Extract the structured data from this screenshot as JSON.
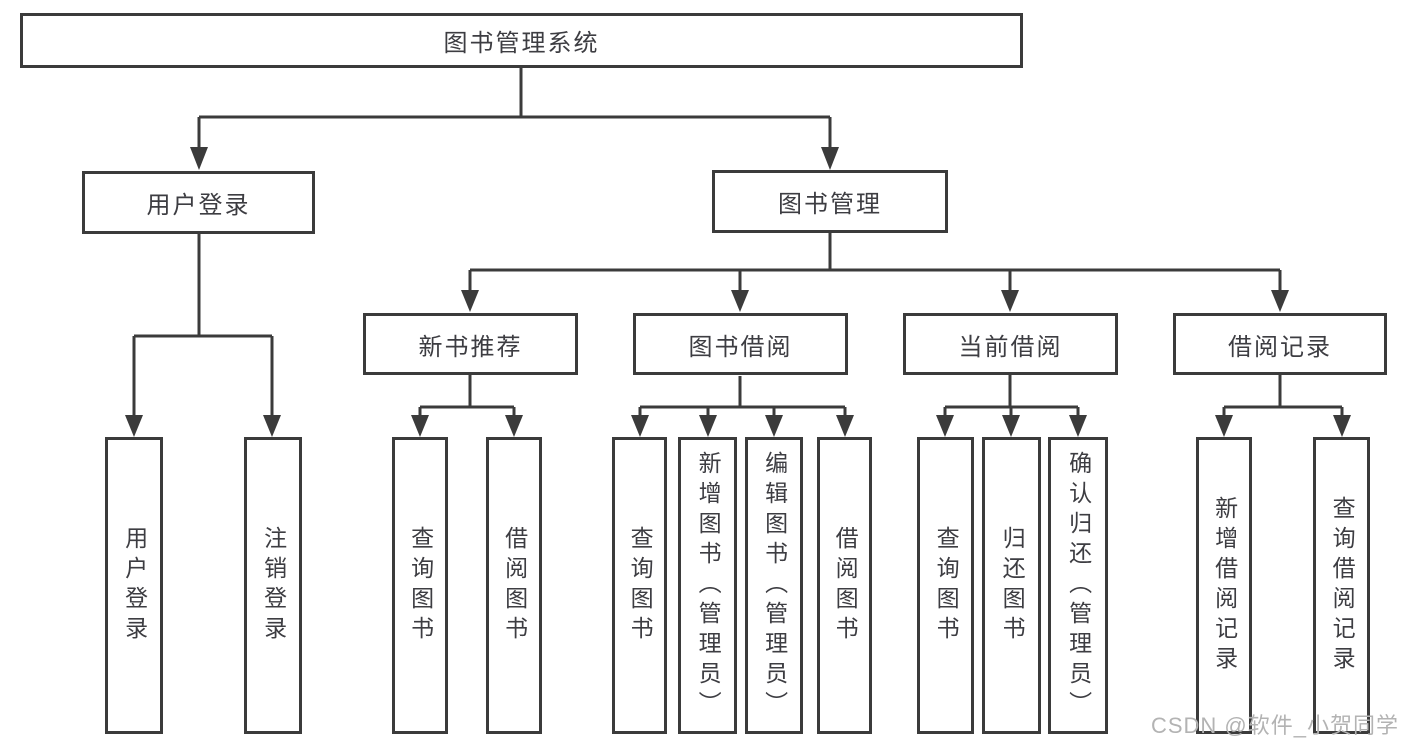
{
  "diagram": {
    "title_node": "图书管理系统",
    "nodes": {
      "root": "图书管理系统",
      "user_login": "用户登录",
      "book_mgmt": "图书管理",
      "new_book_rec": "新书推荐",
      "book_borrow": "图书借阅",
      "current_borrow": "当前借阅",
      "borrow_record": "借阅记录",
      "leaf_user_login": "用户登录",
      "leaf_logout": "注销登录",
      "nbr_query": "查询图书",
      "nbr_borrow": "借阅图书",
      "bb_query": "查询图书",
      "bb_add": "新增图书（管理员）",
      "bb_edit": "编辑图书（管理员）",
      "bb_borrow": "借阅图书",
      "cb_query": "查询图书",
      "cb_return": "归还图书",
      "cb_confirm": "确认归还（管理员）",
      "br_add": "新增借阅记录",
      "br_query": "查询借阅记录"
    },
    "colors": {
      "line": "#3b3b3b",
      "text": "#3d3d42",
      "background": "#ffffff",
      "watermark": "#b3b3b3"
    }
  },
  "watermark": {
    "text": "CSDN @软件_小贺同学"
  }
}
